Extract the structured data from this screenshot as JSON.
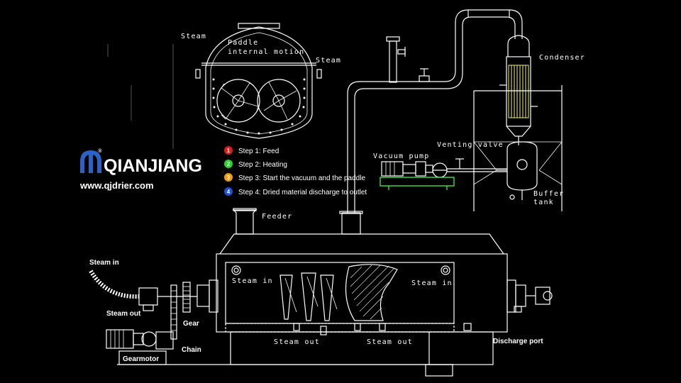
{
  "brand": {
    "name": "QIANJIANG",
    "registered": "®",
    "website": "www.qjdrier.com"
  },
  "colors": {
    "step1": "#e01b1b",
    "step2": "#2fd12f",
    "step3": "#f39a12",
    "step4": "#1f4fd6",
    "logo": "#2a62c8"
  },
  "steps": [
    {
      "num": "1",
      "text": "Step 1: Feed"
    },
    {
      "num": "2",
      "text": "Step 2: Heating"
    },
    {
      "num": "3",
      "text": "Step 3: Start the vacuum and the paddle"
    },
    {
      "num": "4",
      "text": "Step 4: Dried material discharge to outlet"
    }
  ],
  "labels": {
    "steam_top_left": "Steam",
    "steam_top_right": "Steam",
    "paddle_line1": "Paddle",
    "paddle_line2": "internal motion",
    "condenser": "Condenser",
    "venting_valve": "Venting valve",
    "vacuum_pump": "Vacuum pump",
    "buffer_line1": "Buffer",
    "buffer_line2": "tank",
    "feeder": "Feeder",
    "steam_in_inner_left": "Steam in",
    "steam_in_inner_right": "Steam in",
    "steam_out_left": "Steam out",
    "steam_out_right": "Steam out",
    "steam_in_outer": "Steam in",
    "steam_out_outer": "Steam out",
    "gear": "Gear",
    "chain": "Chain",
    "gearmotor": "Gearmotor",
    "discharge_port": "Discharge port"
  }
}
